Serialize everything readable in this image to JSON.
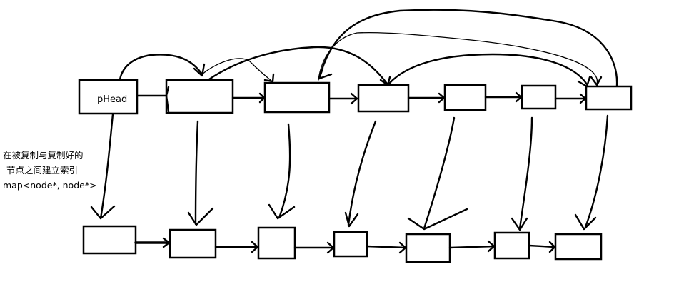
{
  "diagram": {
    "head_label": "pHead",
    "annotation": {
      "line1": "在被复制与复制好的",
      "line2": "节点之间建立索引",
      "line3": "map<node*, node*>"
    }
  }
}
